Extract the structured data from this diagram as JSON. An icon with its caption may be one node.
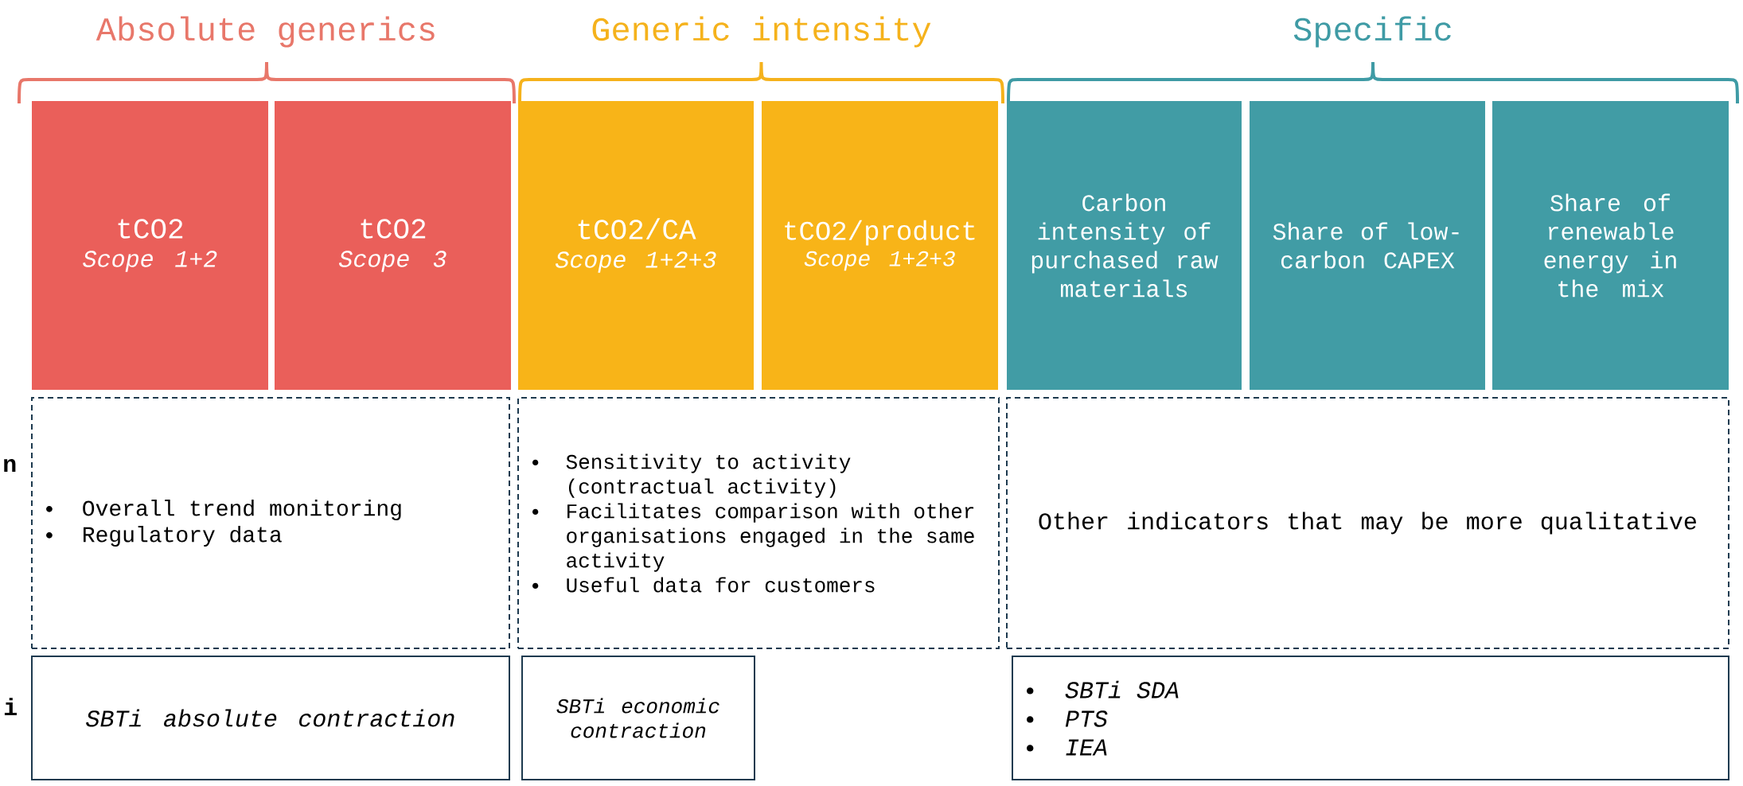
{
  "diagram": {
    "nodes": [
      {
        "text": [
          "tCO2",
          "Scope 1+2"
        ]
      },
      {
        "text": [
          "tCO2",
          "Scope 3"
        ]
      },
      {
        "text": [
          "tCO2/CA",
          "Scope 1+2+3"
        ]
      },
      {
        "text": [
          "tCO2/product",
          "Scope 1+2+3"
        ]
      },
      {
        "text": [
          "Carbon intensity of purchased raw materials"
        ]
      },
      {
        "text": [
          "Share of low-carbon CAPEX"
        ]
      },
      {
        "text": [
          "Share of renewable energy in the mix"
        ]
      },
      {
        "text": [
          "Overall trend monitoring",
          "Regulatory data"
        ]
      },
      {
        "text": [
          "Sensitivity to activity (contractual activity)",
          "Facilitates comparison with other organisations engaged in the same activity",
          "Useful data for customers"
        ]
      },
      {
        "text": [
          "Other indicators that may be more qualitative"
        ]
      },
      {
        "text": [
          "SBTi absolute contraction"
        ]
      },
      {
        "text": [
          "SBTi economic contraction"
        ]
      },
      {
        "text": [
          "SBTi SDA",
          "PTS",
          "IEA"
        ]
      }
    ],
    "labels": [
      "Absolute generics",
      "Generic intensity",
      "Specific",
      "n",
      "i"
    ]
  }
}
